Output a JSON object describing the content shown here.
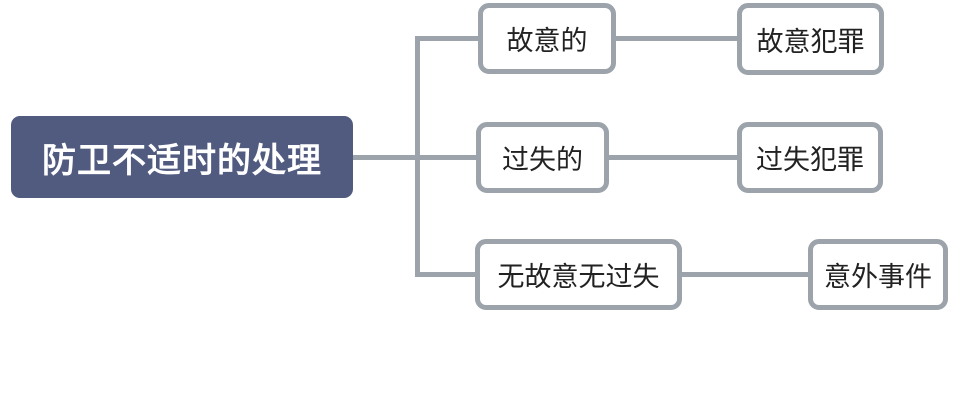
{
  "diagram": {
    "type": "mindmap-tree",
    "root": {
      "label": "防卫不适时的处理"
    },
    "branches": [
      {
        "label": "故意的",
        "child": "故意犯罪"
      },
      {
        "label": "过失的",
        "child": "过失犯罪"
      },
      {
        "label": "无故意无过失",
        "child": "意外事件"
      }
    ],
    "colors": {
      "root_fill": "#515A7F",
      "root_text": "#FFFFFF",
      "line": "#9CA3AB",
      "node_border": "#9CA3AB",
      "node_text": "#222222",
      "background": "#FFFFFF"
    }
  }
}
